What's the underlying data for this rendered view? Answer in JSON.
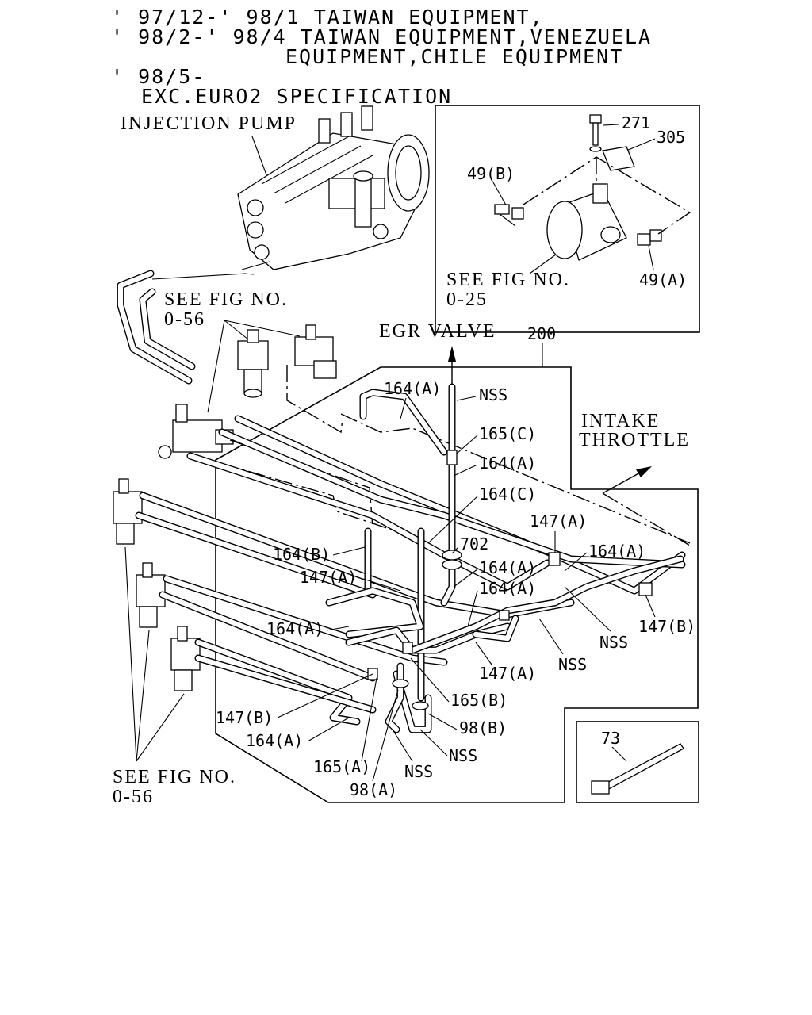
{
  "header": {
    "line1": "' 97/12-' 98/1 TAIWAN EQUIPMENT,",
    "line2": "' 98/2-' 98/4 TAIWAN EQUIPMENT,VENEZUELA",
    "line3": "EQUIPMENT,CHILE EQUIPMENT",
    "line4": "' 98/5-",
    "line5": "EXC.EURO2 SPECIFICATION"
  },
  "callouts": {
    "injection_pump": "INJECTION PUMP",
    "see_fig_top_1": "SEE FIG NO.",
    "see_fig_top_2": "0-56",
    "egr_valve": "EGR VALVE",
    "intake_1": "INTAKE",
    "intake_2": "THROTTLE",
    "see_fig_bottom_1": "SEE FIG NO.",
    "see_fig_bottom_2": "0-56"
  },
  "inset_main": {
    "p271": "271",
    "p305": "305",
    "p49b": "49(B)",
    "p49a": "49(A)",
    "see_fig_1": "SEE FIG NO.",
    "see_fig_2": "0-25"
  },
  "inset_small": {
    "p73": "73"
  },
  "labels": {
    "l200": "200",
    "l164a_top": "164(A)",
    "nss_top": "NSS",
    "l165c": "165(C)",
    "l164a_2": "164(A)",
    "l164c": "164(C)",
    "l147a_right": "147(A)",
    "l164a_right": "164(A)",
    "l164b": "164(B)",
    "l702": "702",
    "l147a_mid": "147(A)",
    "l164a_3": "164(A)",
    "l164a_4": "164(A)",
    "l164a_left": "164(A)",
    "nss_right": "NSS",
    "l147b_right": "147(B)",
    "nss_mid": "NSS",
    "l147a_low": "147(A)",
    "l165b": "165(B)",
    "l147b_left": "147(B)",
    "l98b": "98(B)",
    "l164a_bottom": "164(A)",
    "nss_low": "NSS",
    "l165a": "165(A)",
    "nss_bottom": "NSS",
    "l98a": "98(A)"
  },
  "icons": [
    "injection-pump-icon",
    "vsv-solenoid-icon",
    "hose-clip-icon",
    "cable-tie-icon"
  ]
}
